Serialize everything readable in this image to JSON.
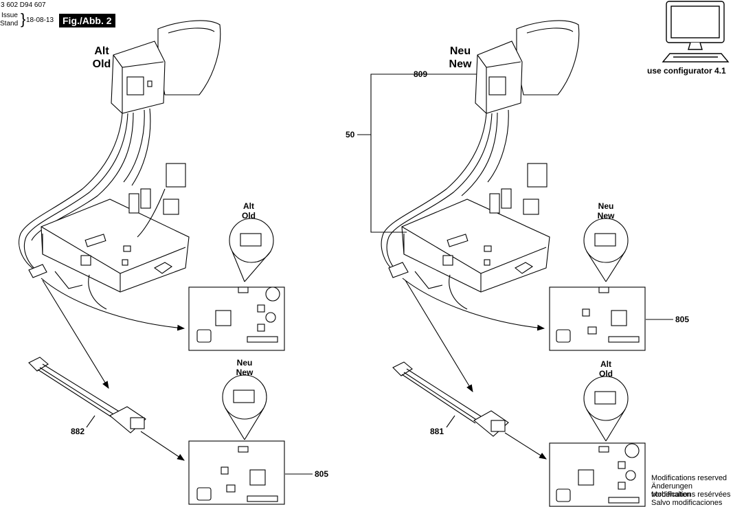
{
  "header": {
    "doc_number": "3 602 D94 607",
    "issue_label": "Issue",
    "stand_label": "Stand",
    "date": "18-08-13",
    "figure_tag": "Fig./Abb. 2"
  },
  "labels": {
    "left_main_de": "Alt",
    "left_main_en": "Old",
    "right_main_de": "Neu",
    "right_main_en": "New",
    "left_top_bubble_de": "Alt",
    "left_top_bubble_en": "Old",
    "left_bottom_bubble_de": "Neu",
    "left_bottom_bubble_en": "New",
    "right_top_bubble_de": "Neu",
    "right_top_bubble_en": "New",
    "right_bottom_bubble_de": "Alt",
    "right_bottom_bubble_en": "Old"
  },
  "parts": {
    "p809": "809",
    "p50": "50",
    "p805_right": "805",
    "p805_left": "805",
    "p882": "882",
    "p881": "881"
  },
  "configurator": {
    "label": "use configurator 4.1",
    "icon": "computer-monitor-icon"
  },
  "notes": [
    "Modifications reserved",
    "Änderungen vorbehalten",
    "Modifications resérvées",
    "Salvo modificaciones"
  ]
}
